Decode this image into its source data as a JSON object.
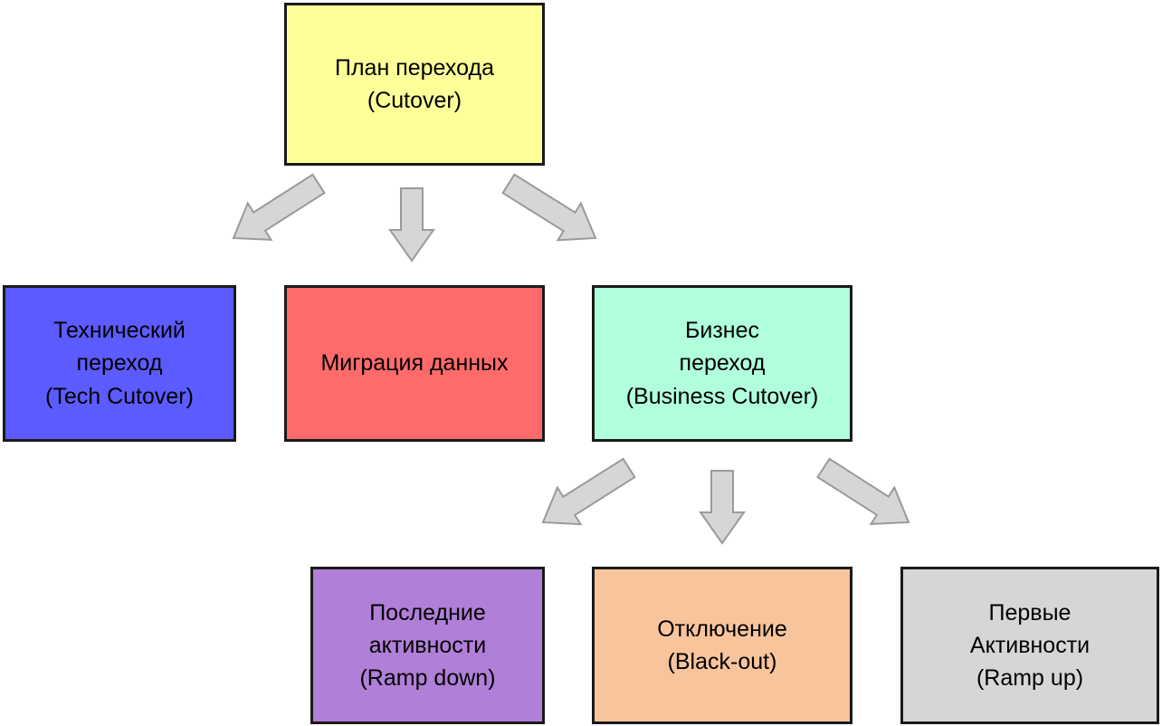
{
  "nodes": {
    "root": {
      "label": "План перехода\n(Cutover)",
      "color": "#ffff99"
    },
    "tech": {
      "label": "Технический\nпереход\n(Tech Cutover)",
      "color": "#5b5bff"
    },
    "migration": {
      "label": "Миграция данных",
      "color": "#ff6a6a"
    },
    "business": {
      "label": "Бизнес\nпереход\n(Business Cutover)",
      "color": "#b0ffdd"
    },
    "ramp_down": {
      "label": "Последние\nактивности\n(Ramp down)",
      "color": "#b07fd8"
    },
    "blackout": {
      "label": "Отключение\n(Black-out)",
      "color": "#f7c49c"
    },
    "ramp_up": {
      "label": "Первые\nАктивности\n(Ramp up)",
      "color": "#d6d6d6"
    }
  },
  "edges": [
    {
      "from": "root",
      "to": "tech"
    },
    {
      "from": "root",
      "to": "migration"
    },
    {
      "from": "root",
      "to": "business"
    },
    {
      "from": "business",
      "to": "ramp_down"
    },
    {
      "from": "business",
      "to": "blackout"
    },
    {
      "from": "business",
      "to": "ramp_up"
    }
  ],
  "arrow_color": "#d6d6d6"
}
